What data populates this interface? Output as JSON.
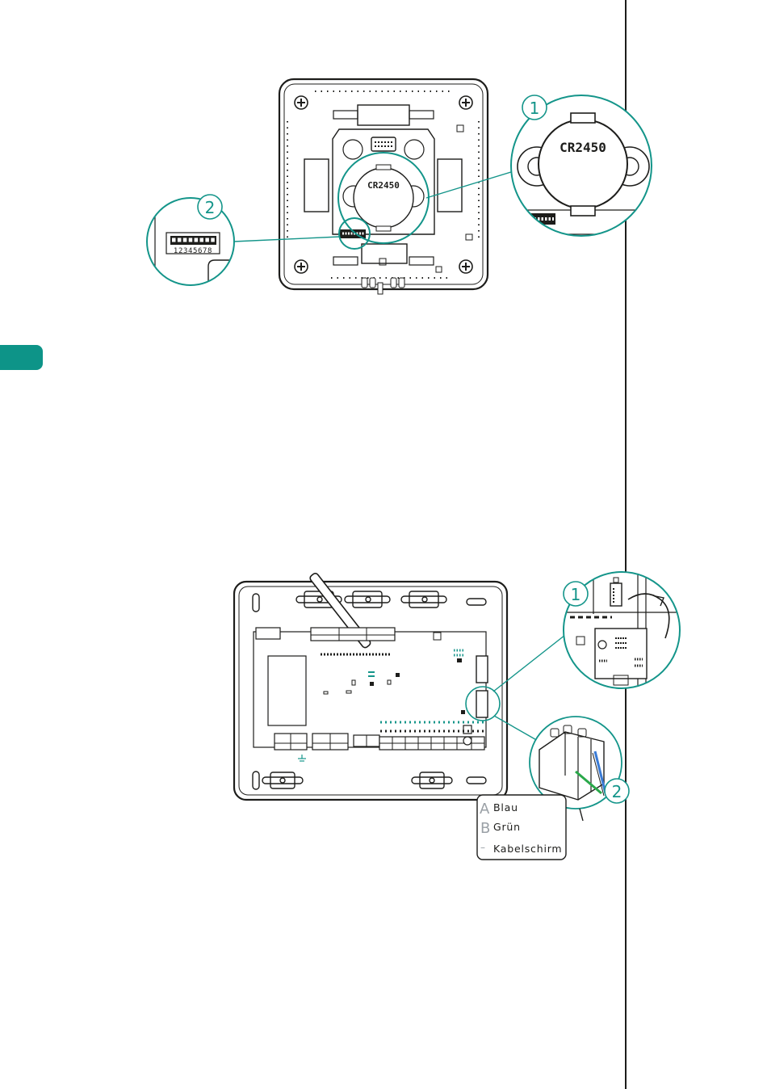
{
  "accent_color": "#14958a",
  "side_tab_color": "#0d9488",
  "figure_top": {
    "battery_label": "CR2450",
    "battery_label_zoom": "CR2450",
    "callout_battery": "1",
    "callout_dip": "2",
    "dip_numbers": "12345678"
  },
  "figure_bottom": {
    "callout_connector": "1",
    "callout_wiring": "2",
    "legend": [
      {
        "key": "A",
        "text": "Blau"
      },
      {
        "key": "B",
        "text": "Grün"
      },
      {
        "key": "–",
        "text": "Kabelschirm"
      }
    ]
  }
}
